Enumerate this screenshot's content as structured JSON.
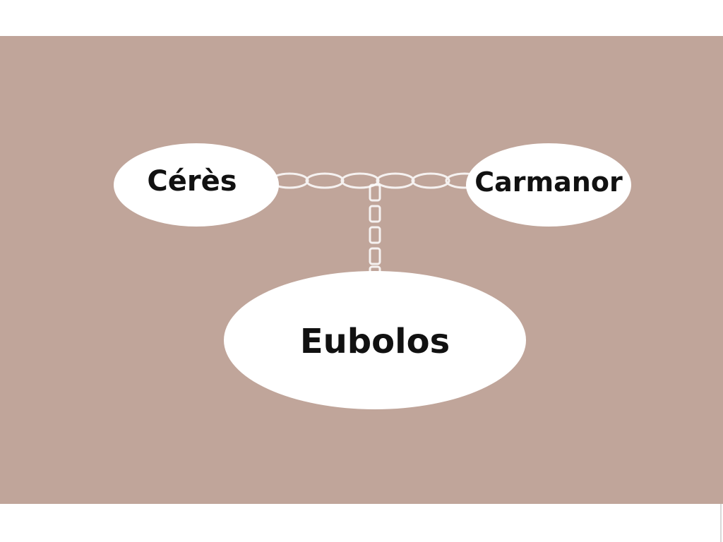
{
  "colors": {
    "background": "#c0a59a",
    "node_fill": "#ffffff",
    "chain": "#ffffff",
    "label": "#111111"
  },
  "nodes": {
    "ceres": {
      "label": "Cérès"
    },
    "carmanor": {
      "label": "Carmanor"
    },
    "eubolos": {
      "label": "Eubolos"
    }
  }
}
